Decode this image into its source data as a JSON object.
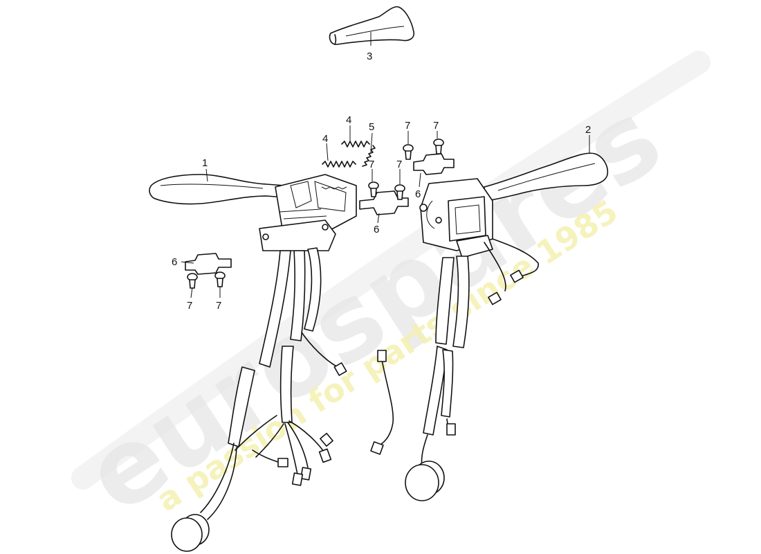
{
  "watermark": {
    "brand": "eurospares",
    "tagline": "a passion for parts since 1985",
    "brand_color": "#e6e6e6",
    "tagline_color": "#f3f0b0"
  },
  "callouts": [
    {
      "id": "c1",
      "label": "1"
    },
    {
      "id": "c2",
      "label": "2"
    },
    {
      "id": "c3",
      "label": "3"
    },
    {
      "id": "c4a",
      "label": "4"
    },
    {
      "id": "c4b",
      "label": "4"
    },
    {
      "id": "c5",
      "label": "5"
    },
    {
      "id": "c6a",
      "label": "6"
    },
    {
      "id": "c6b",
      "label": "6"
    },
    {
      "id": "c6c",
      "label": "6"
    },
    {
      "id": "c7a",
      "label": "7"
    },
    {
      "id": "c7b",
      "label": "7"
    },
    {
      "id": "c7c",
      "label": "7"
    },
    {
      "id": "c7d",
      "label": "7"
    },
    {
      "id": "c7e",
      "label": "7"
    },
    {
      "id": "c7f",
      "label": "7"
    }
  ]
}
